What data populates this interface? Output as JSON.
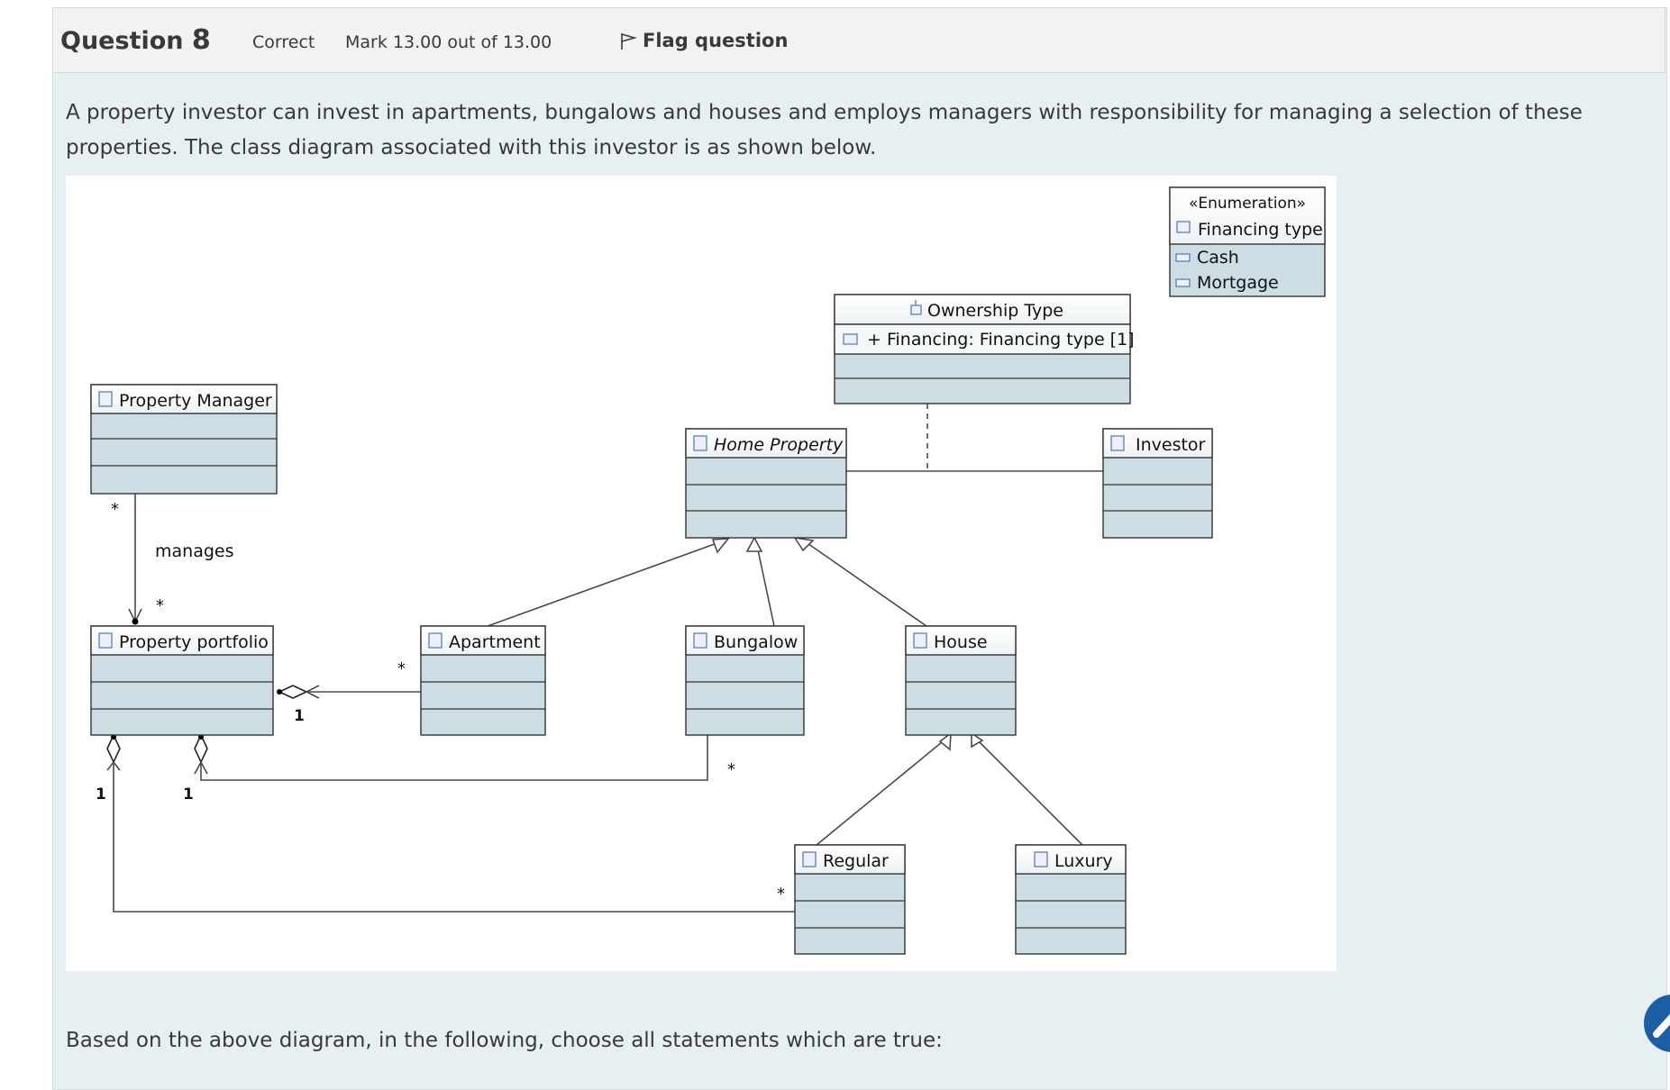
{
  "header": {
    "question_label": "Question",
    "question_number": "8",
    "state": "Correct",
    "grade": "Mark 13.00 out of 13.00",
    "flag_label": "Flag question"
  },
  "question_text": "A property investor can invest in apartments, bungalows and houses and employs managers with responsibility for managing a selection of these properties.  The class diagram associated with this investor is as shown below.",
  "prompt": "Based on the above diagram, in the following, choose all statements which are true:",
  "diagram": {
    "enum_stereotype": "«Enumeration»",
    "enum_name": "Financing type",
    "enum_values": [
      "Cash",
      "Mortgage"
    ],
    "ownership_name": "Ownership Type",
    "ownership_attr": "+ Financing: Financing type [1]",
    "classes": {
      "property_manager": "Property Manager",
      "home_property": "Home Property",
      "investor": "Investor",
      "property_portfolio": "Property portfolio",
      "apartment": "Apartment",
      "bungalow": "Bungalow",
      "house": "House",
      "regular": "Regular",
      "luxury": "Luxury"
    },
    "labels": {
      "manages": "manages",
      "mult_star": "*",
      "mult_one": "1"
    }
  },
  "colors": {
    "class_fill": "#ccdde4",
    "class_header": "#f3f6f7",
    "panel": "#e7eff3",
    "fab": "#1b5ea6"
  }
}
